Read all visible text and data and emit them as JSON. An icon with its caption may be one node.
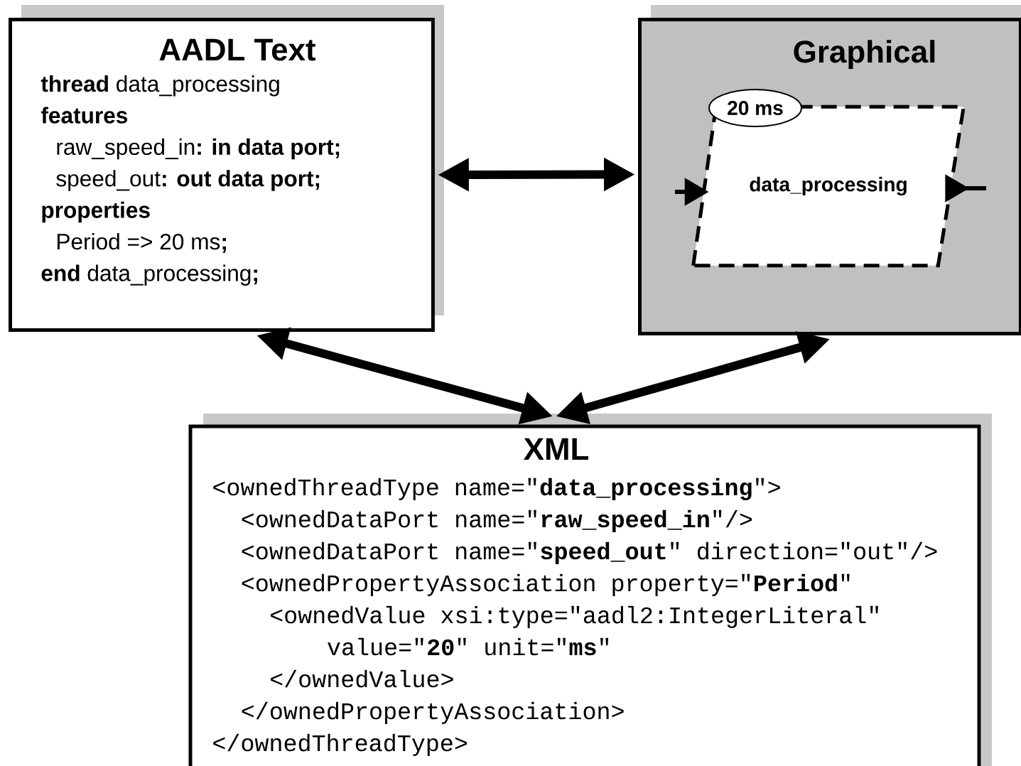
{
  "diagram": {
    "nodes": [
      {
        "text": [
          "AADL Text",
          "**thread** data_processing",
          "**features**",
          "raw_speed_in**: in data port;**",
          "speed_out**: out data port;**",
          "**properties**",
          "Period => 20 ms**;**",
          "**end** data_processing**;**"
        ]
      },
      {
        "text": [
          "Graphical"
        ]
      },
      {
        "text": [
          "data_processing"
        ],
        "in": 1
      },
      {
        "text": [
          "20 ms"
        ],
        "in": 1
      },
      {
        "text": [
          "XML",
          "<ownedThreadType name=\"**data_processing**\">",
          "<ownedDataPort name=\"**raw_speed_in**\"/>",
          "<ownedDataPort name=\"**speed_out**\" direction=\"out\"/>",
          "<ownedPropertyAssociation property=\"**Period**\"",
          "<ownedValue xsi:type=\"aadl2:IntegerLiteral\"",
          "value=\"**20**\" unit=\"**ms**\"",
          "</ownedValue>",
          "</ownedPropertyAssociation>",
          "</ownedThreadType>"
        ]
      }
    ],
    "edges": [
      {
        "from": 0,
        "to": 1,
        "arrow": "both"
      },
      {
        "from": 0,
        "to": 4,
        "arrow": "both"
      },
      {
        "from": 1,
        "to": 4,
        "arrow": "both"
      },
      {
        "from": null,
        "to": 2,
        "arrow": "to"
      },
      {
        "from": 2,
        "to": null,
        "arrow": "to"
      }
    ]
  }
}
